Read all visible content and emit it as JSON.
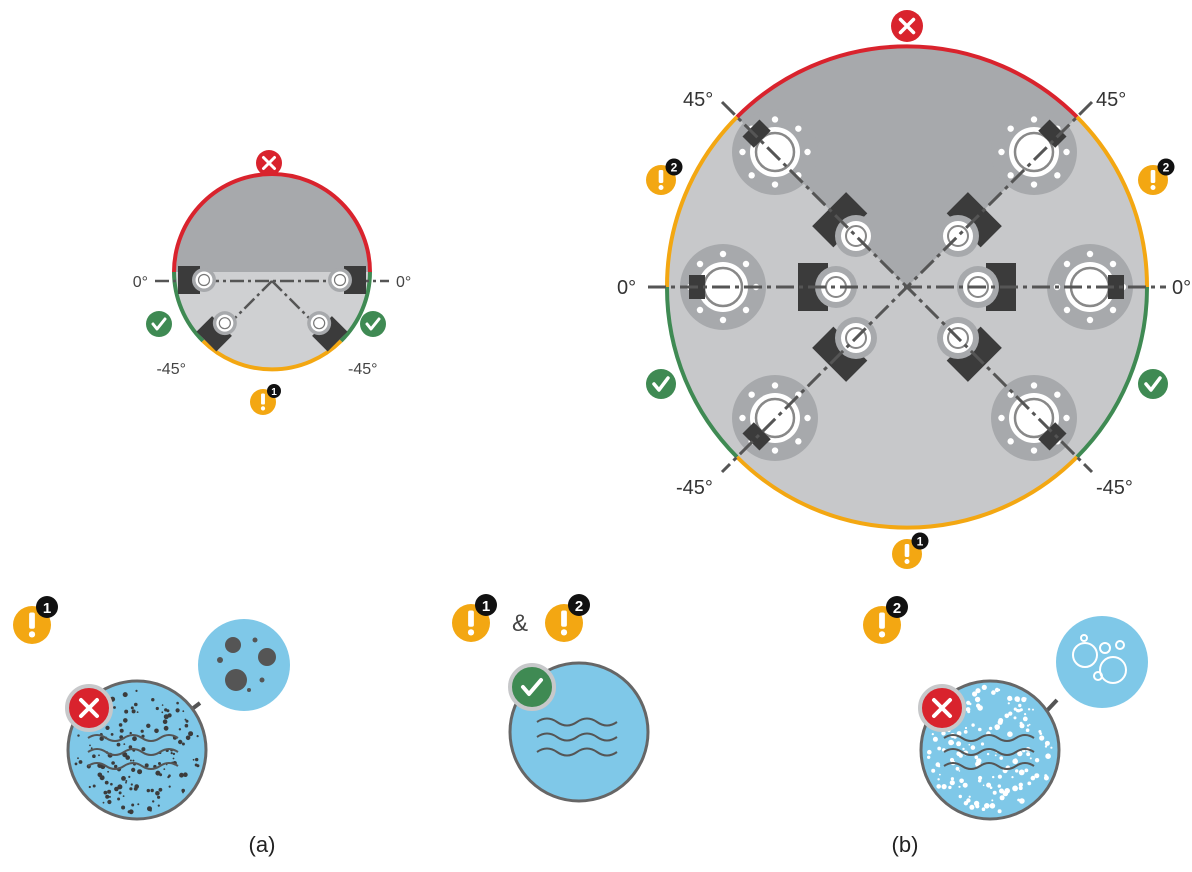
{
  "small_pipe": {
    "angle_right_top": "0°",
    "angle_left_top": "0°",
    "angle_left_bottom": "-45°",
    "angle_right_bottom": "-45°",
    "badge_top": "x-mark",
    "badge_sides": "check-mark",
    "badge_bottom_number": "1"
  },
  "large_pipe": {
    "angle_top_left": "45°",
    "angle_top_right": "45°",
    "angle_left_middle": "0°",
    "angle_right_middle": "0°",
    "angle_bottom_left": "-45°",
    "angle_bottom_right": "-45°",
    "badge_side_upper_number": "2",
    "badge_bottom_number": "1"
  },
  "legend": {
    "left_number": "1",
    "center_first_number": "1",
    "center_separator": "&",
    "center_second_number": "2",
    "right_number": "2"
  },
  "captions": {
    "a": "(a)",
    "b": "(b)"
  },
  "colors": {
    "red": "#d9232d",
    "orange": "#f3a712",
    "green": "#3f8a53",
    "pipe_fill": "#c7c8ca",
    "top_fill": "#a7a9ac",
    "dark": "#3b3b3b",
    "water": "#7fc8e8"
  },
  "icons": [
    "x-mark-icon",
    "check-mark-icon",
    "warning-icon",
    "sensor-icon",
    "flange-icon",
    "particle-icon",
    "bubble-icon",
    "water-wave-icon"
  ]
}
